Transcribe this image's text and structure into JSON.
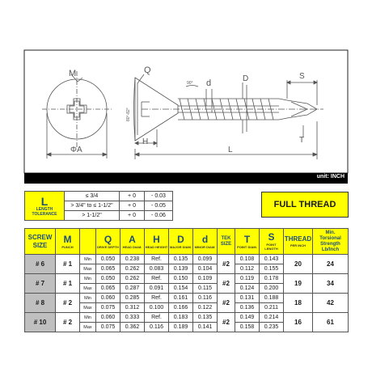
{
  "drawing": {
    "labels": {
      "M": "M",
      "Q": "Q",
      "H": "H",
      "A": "ΦA",
      "L": "L",
      "d": "d",
      "D": "D",
      "S": "S",
      "T": "T",
      "angle": "80°-82°",
      "tip_angle": "90°"
    }
  },
  "unit_label": "unit: INCH",
  "length_tolerance": {
    "header_letter": "L",
    "header_sub": "LENGTH TOLERANCE",
    "rows": [
      {
        "range": "≤ 3/4",
        "plus": "+ 0",
        "minus": "- 0.03"
      },
      {
        "range": "> 3/4\" to ≤ 1-1/2\"",
        "plus": "+ 0",
        "minus": "- 0.05"
      },
      {
        "range": "> 1-1/2\"",
        "plus": "+ 0",
        "minus": "- 0.06"
      }
    ]
  },
  "full_thread_label": "FULL THREAD",
  "spec": {
    "headers": [
      {
        "main": "SCREW",
        "main2": "SIZE",
        "sub": ""
      },
      {
        "main": "M",
        "sub": "PUNCH"
      },
      {
        "main": "",
        "sub": ""
      },
      {
        "main": "Q",
        "sub": "DRIVE DEPTH"
      },
      {
        "main": "A",
        "sub": "HEAD DIAM."
      },
      {
        "main": "H",
        "sub": "HEAD HEIGHT"
      },
      {
        "main": "D",
        "sub": "MAJOR DIAM."
      },
      {
        "main": "d",
        "sub": "MINOR DIAM."
      },
      {
        "main": "TEK",
        "main2": "SIZE",
        "sub": ""
      },
      {
        "main": "T",
        "sub": "POINT DIAM."
      },
      {
        "main": "S",
        "sub": "POINT LENGTH"
      },
      {
        "main": "THREAD",
        "sub": "PER INCH"
      },
      {
        "main": "Min.",
        "main2": "Torsional",
        "main3": "Strength",
        "sub": "Lb/Inch"
      }
    ],
    "rows": [
      {
        "size": "# 6",
        "punch": "# 1",
        "min": {
          "label": "Min",
          "Q": "0.050",
          "A": "0.238",
          "H": "Ref.",
          "D": "0.135",
          "d": "0.099",
          "T": "0.108",
          "S": "0.143"
        },
        "max": {
          "label": "Max",
          "Q": "0.065",
          "A": "0.262",
          "H": "0.083",
          "D": "0.139",
          "d": "0.104",
          "T": "0.112",
          "S": "0.155"
        },
        "tek": "#2",
        "thread": "20",
        "torsion": "24"
      },
      {
        "size": "# 7",
        "punch": "# 1",
        "min": {
          "label": "Min",
          "Q": "0.050",
          "A": "0.262",
          "H": "Ref.",
          "D": "0.150",
          "d": "0.109",
          "T": "0.119",
          "S": "0.178"
        },
        "max": {
          "label": "Max",
          "Q": "0.065",
          "A": "0.287",
          "H": "0.091",
          "D": "0.154",
          "d": "0.115",
          "T": "0.124",
          "S": "0.200"
        },
        "tek": "#2",
        "thread": "19",
        "torsion": "34"
      },
      {
        "size": "# 8",
        "punch": "# 2",
        "min": {
          "label": "Min",
          "Q": "0.060",
          "A": "0.285",
          "H": "Ref.",
          "D": "0.161",
          "d": "0.116",
          "T": "0.131",
          "S": "0.188"
        },
        "max": {
          "label": "Max",
          "Q": "0.075",
          "A": "0.312",
          "H": "0.100",
          "D": "0.166",
          "d": "0.122",
          "T": "0.136",
          "S": "0.211"
        },
        "tek": "#2",
        "thread": "18",
        "torsion": "42"
      },
      {
        "size": "# 10",
        "punch": "# 2",
        "min": {
          "label": "Min",
          "Q": "0.060",
          "A": "0.333",
          "H": "Ref.",
          "D": "0.183",
          "d": "0.135",
          "T": "0.149",
          "S": "0.214"
        },
        "max": {
          "label": "Max",
          "Q": "0.075",
          "A": "0.362",
          "H": "0.116",
          "D": "0.189",
          "d": "0.141",
          "T": "0.158",
          "S": "0.235"
        },
        "tek": "#2",
        "thread": "16",
        "torsion": "61"
      }
    ]
  }
}
